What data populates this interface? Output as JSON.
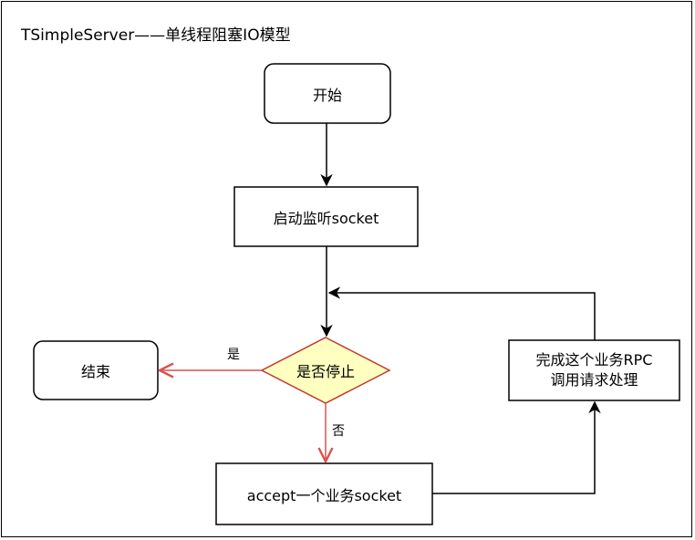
{
  "title": "TSimpleServer——单线程阻塞IO模型",
  "nodes": {
    "start": "开始",
    "listen": "启动监听socket",
    "decision": "是否停止",
    "end": "结束",
    "accept": "accept一个业务socket",
    "process_line1": "完成这个业务RPC",
    "process_line2": "调用请求处理"
  },
  "edges": {
    "yes": "是",
    "no": "否"
  },
  "colors": {
    "decision_fill": "#ffffc0",
    "decision_stroke": "#c0392b",
    "red_arrow": "#d9534f",
    "black": "#000000"
  }
}
